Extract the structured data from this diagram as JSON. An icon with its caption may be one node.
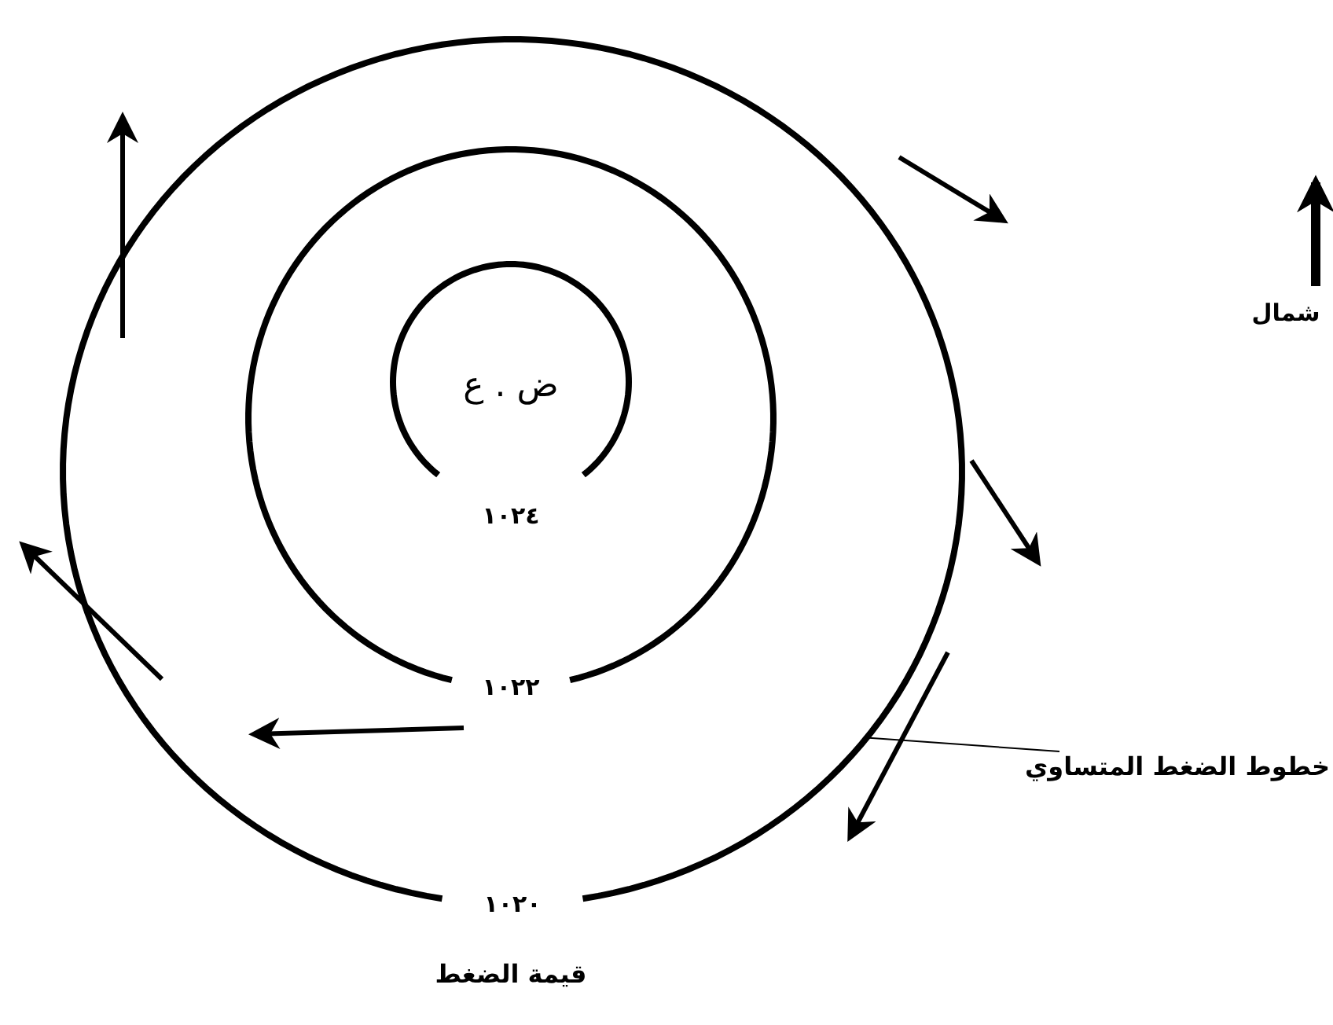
{
  "diagram": {
    "nodes": [
      {
        "text": [
          "١٠٢٠"
        ]
      },
      {
        "text": [
          "١٠٢٢"
        ],
        "in": 0
      },
      {
        "text": [
          "ض . ع",
          "١٠٢٤"
        ],
        "in": 1
      },
      {
        "text": [
          "خطوط الضغط المتساوي"
        ]
      }
    ],
    "edges": [
      {
        "from": 3,
        "to": 0,
        "arrow": "none"
      }
    ],
    "labels": [
      "قيمة الضغط",
      "شمال"
    ]
  }
}
